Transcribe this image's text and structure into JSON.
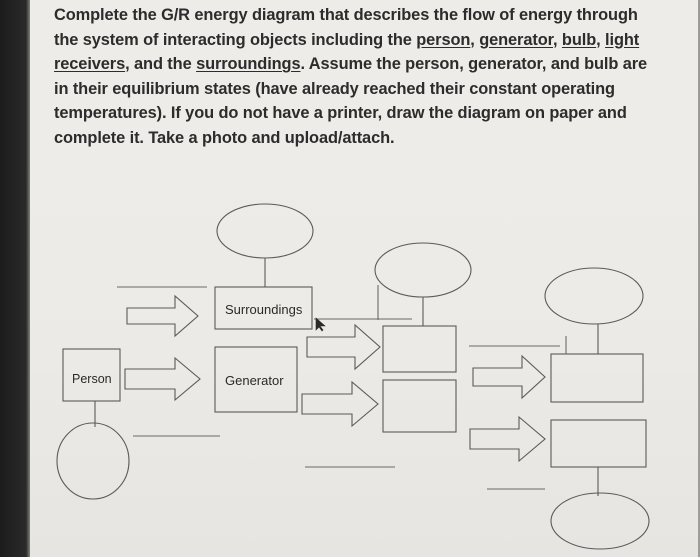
{
  "instructions": {
    "p1": "Complete the G/R energy diagram that describes the flow of energy through the system of interacting objects including the ",
    "person": "person",
    "sep1": ", ",
    "generator": "generator",
    "sep2": ", ",
    "bulb": "bulb",
    "sep3": ", ",
    "light_receivers": "light receivers",
    "sep4": ", and the ",
    "surroundings": "surroundings",
    "p2": ". Assume the person, generator, and bulb are in their equilibrium states (have already reached their constant operating temperatures).  If you do not have a printer, draw the diagram on paper and complete it.  Take a photo and upload/attach."
  },
  "diagram": {
    "labels": {
      "surroundings": "Surroundings",
      "generator": "Generator",
      "person": "Person"
    }
  },
  "colors": {
    "ink": "#5a5a5a",
    "text": "#2c2c2c"
  }
}
